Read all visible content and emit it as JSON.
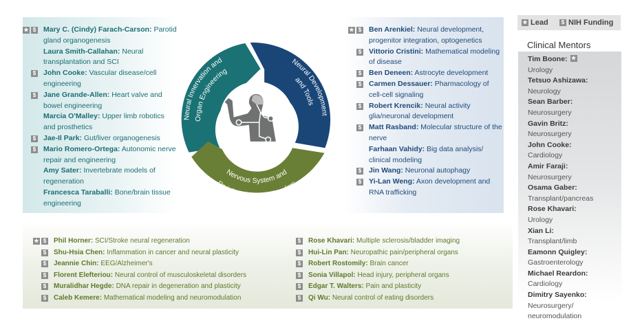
{
  "legend": {
    "lead_label": "Lead",
    "funding_label": "NIH Funding",
    "star_glyph": "★",
    "dollar_glyph": "$"
  },
  "wheel": {
    "segments": [
      {
        "label_line1": "Neural Innervation and",
        "label_line2": "Organ Engineering",
        "color": "#1a7274"
      },
      {
        "label_line1": "Neural Development",
        "label_line2": "and Tools",
        "color": "#1a4677"
      },
      {
        "label_line1": "Nervous System and",
        "label_line2": "Peripheral Organ Disorders",
        "color": "#6a7f36"
      }
    ],
    "center_icon": "human-neural-figure-icon"
  },
  "left_panel": {
    "entries": [
      {
        "name": "Mary C. (Cindy) Farach-Carson:",
        "desc": "Parotid gland organogenesis",
        "lead": true,
        "nih": true
      },
      {
        "name": "Laura Smith-Callahan:",
        "desc": "Neural transplantation and SCI",
        "lead": false,
        "nih": false
      },
      {
        "name": "John Cooke:",
        "desc": "Vascular disease/cell engineering",
        "lead": false,
        "nih": true
      },
      {
        "name": "Jane Grande-Allen:",
        "desc": "Heart valve and bowel engineering",
        "lead": false,
        "nih": true
      },
      {
        "name": "Marcia O'Malley:",
        "desc": "Upper limb robotics and prosthetics",
        "lead": false,
        "nih": false
      },
      {
        "name": "Jae-Il Park:",
        "desc": "Gut/liver organogenesis",
        "lead": false,
        "nih": true
      },
      {
        "name": "Mario Romero-Ortega:",
        "desc": "Autonomic nerve repair and engineering",
        "lead": false,
        "nih": true
      },
      {
        "name": "Amy Sater:",
        "desc": "Invertebrate models of regeneration",
        "lead": false,
        "nih": false
      },
      {
        "name": "Francesca Taraballi:",
        "desc": "Bone/brain tissue engineering",
        "lead": false,
        "nih": false
      }
    ]
  },
  "right_panel": {
    "entries": [
      {
        "name": "Ben Arenkiel:",
        "desc": "Neural development, progenitor integration, optogenetics",
        "lead": true,
        "nih": true
      },
      {
        "name": "Vittorio Cristini:",
        "desc": "Mathematical modeling of disease",
        "lead": false,
        "nih": true
      },
      {
        "name": "Ben Deneen:",
        "desc": "Astrocyte development",
        "lead": false,
        "nih": true
      },
      {
        "name": "Carmen Dessauer:",
        "desc": "Pharmacology of cell-cell signaling",
        "lead": false,
        "nih": true
      },
      {
        "name": "Robert Krencik:",
        "desc": "Neural activity glia/neuronal development",
        "lead": false,
        "nih": true
      },
      {
        "name": "Matt Rasband:",
        "desc": "Molecular structure of the nerve",
        "lead": false,
        "nih": true
      },
      {
        "name": "Farhaan Vahidy:",
        "desc": "Big data analysis/ clinical modeling",
        "lead": false,
        "nih": false
      },
      {
        "name": "Jin Wang:",
        "desc": "Neuronal autophagy",
        "lead": false,
        "nih": true
      },
      {
        "name": "Yi-Lan Weng:",
        "desc": "Axon development and RNA trafficking",
        "lead": false,
        "nih": true
      }
    ]
  },
  "bottom_panel": {
    "col1": [
      {
        "name": "Phil Horner:",
        "desc": "SCI/Stroke neural regeneration",
        "lead": true,
        "nih": true
      },
      {
        "name": "Shu-Hsia Chen:",
        "desc": "Inflammation in cancer and neural plasticity",
        "lead": false,
        "nih": true
      },
      {
        "name": "Jeannie Chin:",
        "desc": "EEG/Alzheimer's",
        "lead": false,
        "nih": true
      },
      {
        "name": "Florent Elefteriou:",
        "desc": "Neural control of musculoskeletal disorders",
        "lead": false,
        "nih": true
      },
      {
        "name": "Muralidhar Hegde:",
        "desc": "DNA repair in degeneration and plasticity",
        "lead": false,
        "nih": true
      },
      {
        "name": "Caleb Kemere:",
        "desc": "Mathematical modeling and neuromodulation",
        "lead": false,
        "nih": true
      }
    ],
    "col2": [
      {
        "name": "Rose Khavari:",
        "desc": "Multiple sclerosis/bladder imaging",
        "lead": false,
        "nih": true
      },
      {
        "name": "Hui-Lin Pan:",
        "desc": "Neuropathic pain/peripheral organs",
        "lead": false,
        "nih": true
      },
      {
        "name": "Robert Rostomily:",
        "desc": "Brain cancer",
        "lead": false,
        "nih": true
      },
      {
        "name": "Sonia Villapol:",
        "desc": "Head injury, peripheral organs",
        "lead": false,
        "nih": true
      },
      {
        "name": "Edgar T. Walters:",
        "desc": "Pain and plasticity",
        "lead": false,
        "nih": true
      },
      {
        "name": "Qi Wu:",
        "desc": "Neural control of eating disorders",
        "lead": false,
        "nih": true
      }
    ]
  },
  "mentors": {
    "title": "Clinical Mentors",
    "entries": [
      {
        "name": "Tim Boone:",
        "spec": "Urology",
        "lead": true
      },
      {
        "name": "Tetsuo Ashizawa:",
        "spec": "Neurology",
        "lead": false
      },
      {
        "name": "Sean Barber:",
        "spec": "Neurosurgery",
        "lead": false
      },
      {
        "name": "Gavin Britz:",
        "spec": "Neurosurgery",
        "lead": false
      },
      {
        "name": "John Cooke:",
        "spec": "Cardiology",
        "lead": false
      },
      {
        "name": "Amir Faraji:",
        "spec": "Neurosurgery",
        "lead": false
      },
      {
        "name": "Osama Gaber:",
        "spec": "Transplant/pancreas",
        "lead": false
      },
      {
        "name": "Rose Khavari:",
        "spec": "Urology",
        "lead": false
      },
      {
        "name": "Xian Li:",
        "spec": "Transplant/limb",
        "lead": false
      },
      {
        "name": "Eamonn Quigley:",
        "spec": "Gastroenterology",
        "lead": false
      },
      {
        "name": "Michael Reardon:",
        "spec": "Cardiology",
        "lead": false
      },
      {
        "name": "Dimitry Sayenko:",
        "spec": "Neurosurgery/ neuromodulation",
        "lead": false
      }
    ]
  }
}
